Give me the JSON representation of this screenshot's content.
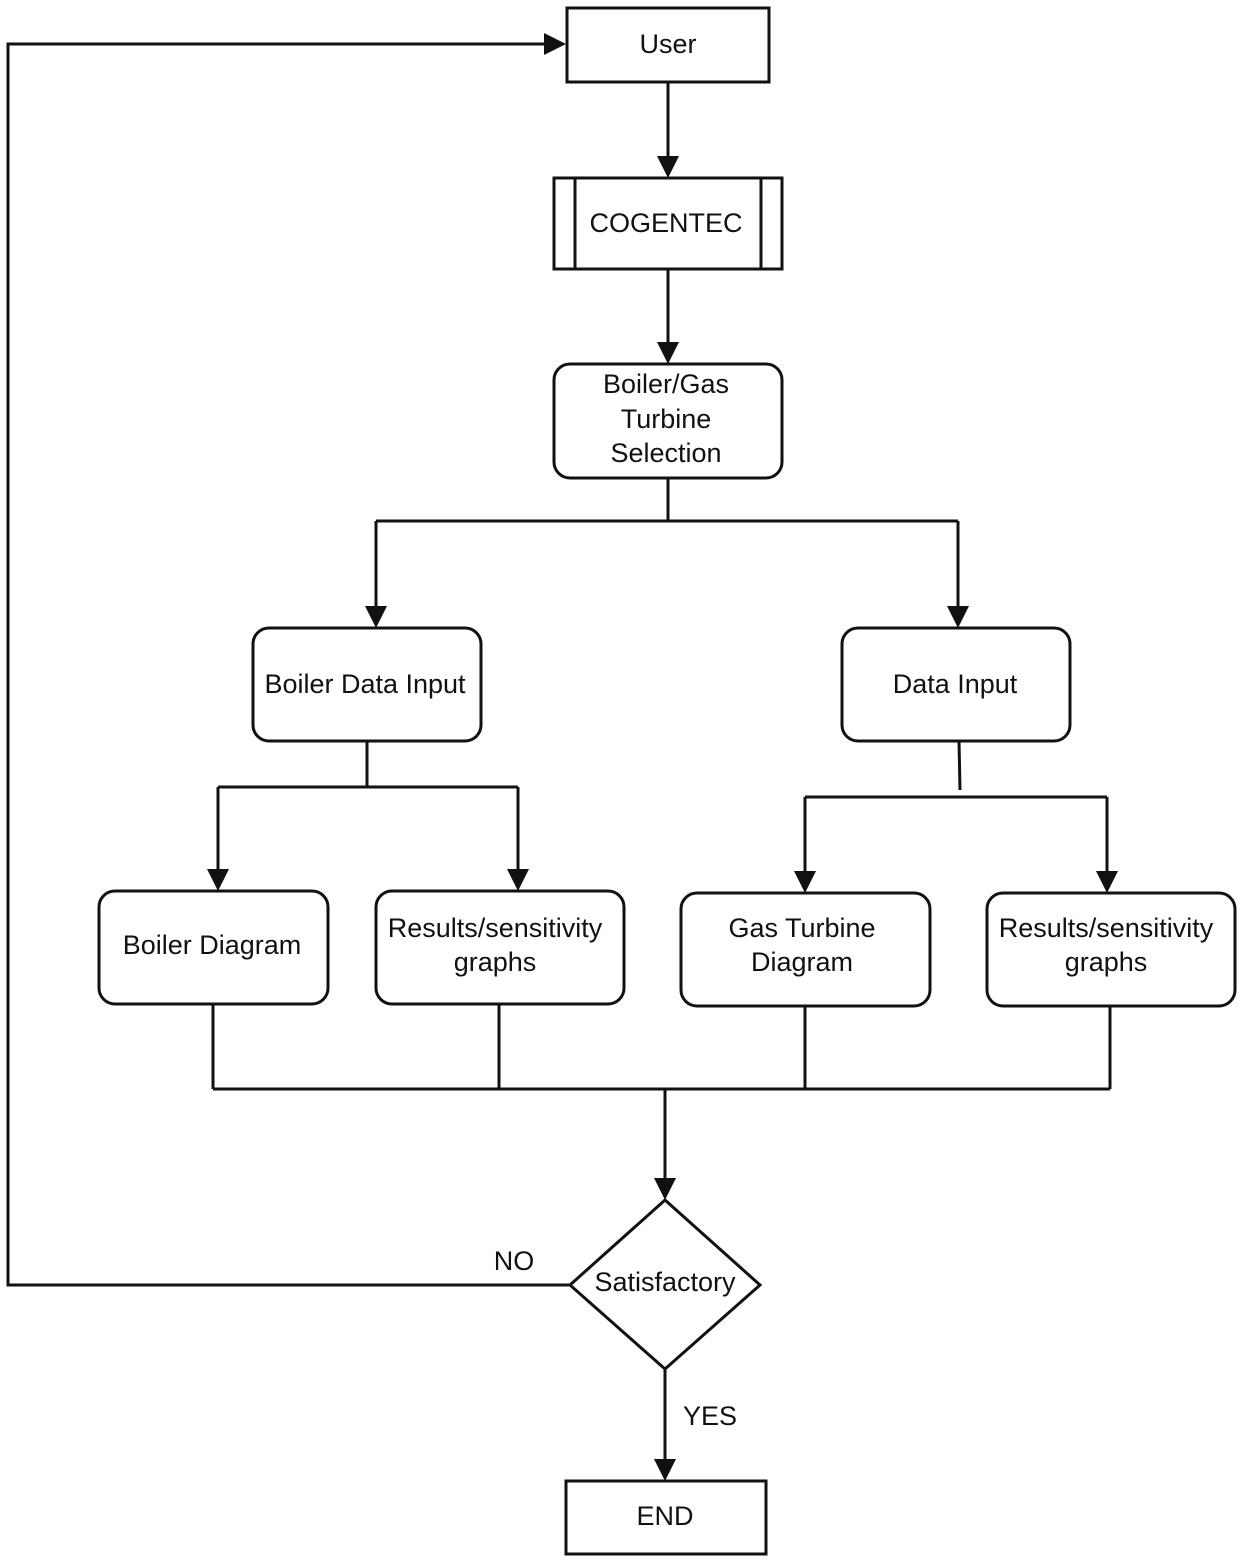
{
  "nodes": {
    "user": "User",
    "cogentec": "COGENTEC",
    "selection": [
      "Boiler/Gas",
      "Turbine",
      "Selection"
    ],
    "boiler_input": "Boiler Data Input",
    "data_input": "Data Input",
    "boiler_diagram": "Boiler Diagram",
    "boiler_results": [
      "Results/sensitivity",
      "graphs"
    ],
    "gt_diagram": [
      "Gas Turbine",
      "Diagram"
    ],
    "gt_results": [
      "Results/sensitivity",
      "graphs"
    ],
    "decision": "Satisfactory",
    "end": "END"
  },
  "edge_labels": {
    "no": "NO",
    "yes": "YES"
  }
}
